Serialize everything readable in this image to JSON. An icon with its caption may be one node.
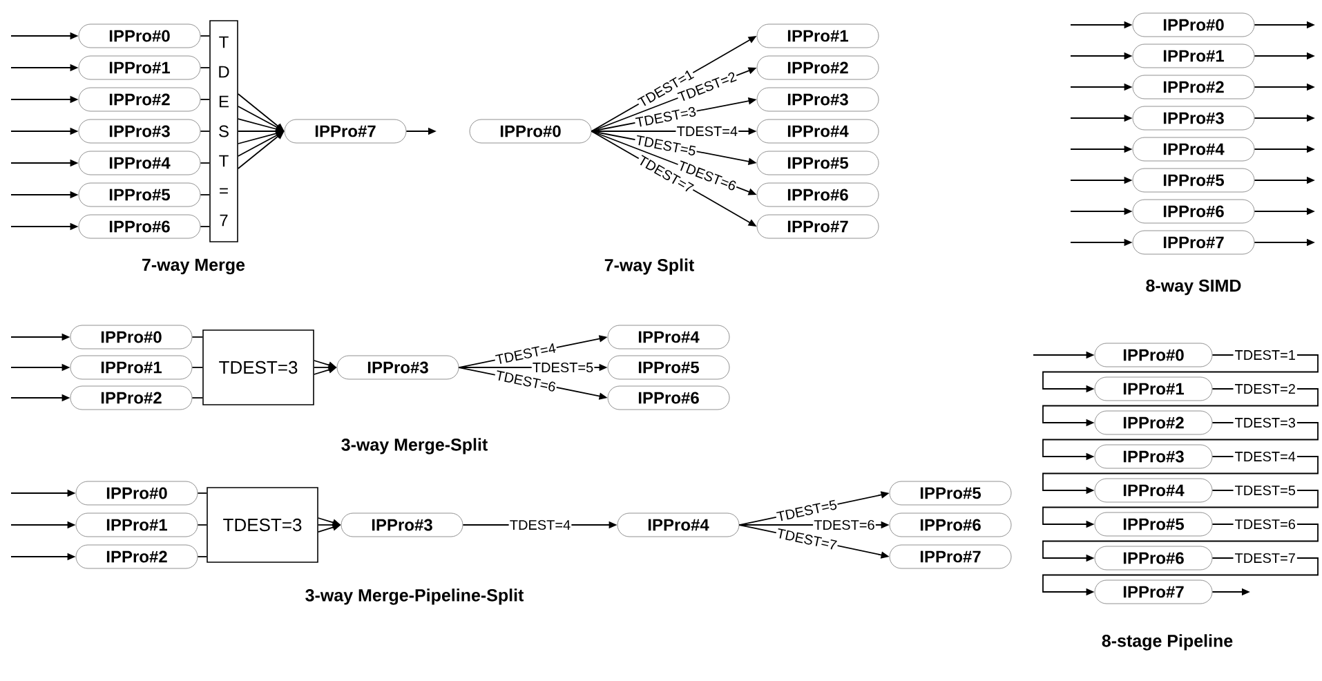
{
  "diagram": {
    "nodes": [
      {
        "text": [
          "IPPro#0"
        ]
      },
      {
        "text": [
          "IPPro#1"
        ]
      },
      {
        "text": [
          "IPPro#2"
        ]
      },
      {
        "text": [
          "IPPro#3"
        ]
      },
      {
        "text": [
          "IPPro#4"
        ]
      },
      {
        "text": [
          "IPPro#5"
        ]
      },
      {
        "text": [
          "IPPro#6"
        ]
      },
      {
        "text": [
          "TDEST=7"
        ]
      },
      {
        "text": [
          "IPPro#7"
        ]
      },
      {
        "text": [
          "IPPro#0"
        ]
      },
      {
        "text": [
          "IPPro#1"
        ]
      },
      {
        "text": [
          "IPPro#2"
        ]
      },
      {
        "text": [
          "IPPro#3"
        ]
      },
      {
        "text": [
          "IPPro#4"
        ]
      },
      {
        "text": [
          "IPPro#5"
        ]
      },
      {
        "text": [
          "IPPro#6"
        ]
      },
      {
        "text": [
          "IPPro#7"
        ]
      },
      {
        "text": [
          "IPPro#0"
        ]
      },
      {
        "text": [
          "IPPro#1"
        ]
      },
      {
        "text": [
          "IPPro#2"
        ]
      },
      {
        "text": [
          "IPPro#3"
        ]
      },
      {
        "text": [
          "IPPro#4"
        ]
      },
      {
        "text": [
          "IPPro#5"
        ]
      },
      {
        "text": [
          "IPPro#6"
        ]
      },
      {
        "text": [
          "IPPro#7"
        ]
      },
      {
        "text": [
          "IPPro#0"
        ]
      },
      {
        "text": [
          "IPPro#1"
        ]
      },
      {
        "text": [
          "IPPro#2"
        ]
      },
      {
        "text": [
          "TDEST=3"
        ]
      },
      {
        "text": [
          "IPPro#3"
        ]
      },
      {
        "text": [
          "IPPro#4"
        ]
      },
      {
        "text": [
          "IPPro#5"
        ]
      },
      {
        "text": [
          "IPPro#6"
        ]
      },
      {
        "text": [
          "IPPro#0"
        ]
      },
      {
        "text": [
          "IPPro#1"
        ]
      },
      {
        "text": [
          "IPPro#2"
        ]
      },
      {
        "text": [
          "TDEST=3"
        ]
      },
      {
        "text": [
          "IPPro#3"
        ]
      },
      {
        "text": [
          "IPPro#4"
        ]
      },
      {
        "text": [
          "IPPro#5"
        ]
      },
      {
        "text": [
          "IPPro#6"
        ]
      },
      {
        "text": [
          "IPPro#7"
        ]
      },
      {
        "text": [
          "IPPro#0"
        ]
      },
      {
        "text": [
          "IPPro#1"
        ]
      },
      {
        "text": [
          "IPPro#2"
        ]
      },
      {
        "text": [
          "IPPro#3"
        ]
      },
      {
        "text": [
          "IPPro#4"
        ]
      },
      {
        "text": [
          "IPPro#5"
        ]
      },
      {
        "text": [
          "IPPro#6"
        ]
      },
      {
        "text": [
          "IPPro#7"
        ]
      }
    ],
    "edges": [
      {
        "from": null,
        "to": 0,
        "arrow": "to"
      },
      {
        "from": null,
        "to": 1,
        "arrow": "to"
      },
      {
        "from": null,
        "to": 2,
        "arrow": "to"
      },
      {
        "from": null,
        "to": 3,
        "arrow": "to"
      },
      {
        "from": null,
        "to": 4,
        "arrow": "to"
      },
      {
        "from": null,
        "to": 5,
        "arrow": "to"
      },
      {
        "from": null,
        "to": 6,
        "arrow": "to"
      },
      {
        "from": 0,
        "to": 7,
        "arrow": "none"
      },
      {
        "from": 1,
        "to": 7,
        "arrow": "none"
      },
      {
        "from": 2,
        "to": 7,
        "arrow": "none"
      },
      {
        "from": 3,
        "to": 7,
        "arrow": "none"
      },
      {
        "from": 4,
        "to": 7,
        "arrow": "none"
      },
      {
        "from": 5,
        "to": 7,
        "arrow": "none"
      },
      {
        "from": 6,
        "to": 7,
        "arrow": "none"
      },
      {
        "from": 7,
        "to": 8,
        "arrow": "to"
      },
      {
        "from": 7,
        "to": 8,
        "arrow": "to"
      },
      {
        "from": 7,
        "to": 8,
        "arrow": "to"
      },
      {
        "from": 7,
        "to": 8,
        "arrow": "to"
      },
      {
        "from": 7,
        "to": 8,
        "arrow": "to"
      },
      {
        "from": 7,
        "to": 8,
        "arrow": "to"
      },
      {
        "from": 7,
        "to": 8,
        "arrow": "to"
      },
      {
        "from": 8,
        "to": null,
        "arrow": "to"
      },
      {
        "from": 9,
        "to": 10,
        "arrow": "to",
        "label": "TDEST=1"
      },
      {
        "from": 9,
        "to": 11,
        "arrow": "to",
        "label": "TDEST=2"
      },
      {
        "from": 9,
        "to": 12,
        "arrow": "to",
        "label": "TDEST=3"
      },
      {
        "from": 9,
        "to": 13,
        "arrow": "to",
        "label": "TDEST=4"
      },
      {
        "from": 9,
        "to": 14,
        "arrow": "to",
        "label": "TDEST=5"
      },
      {
        "from": 9,
        "to": 15,
        "arrow": "to",
        "label": "TDEST=6"
      },
      {
        "from": 9,
        "to": 16,
        "arrow": "to",
        "label": "TDEST=7"
      },
      {
        "from": null,
        "to": 17,
        "arrow": "to"
      },
      {
        "from": null,
        "to": 18,
        "arrow": "to"
      },
      {
        "from": null,
        "to": 19,
        "arrow": "to"
      },
      {
        "from": null,
        "to": 20,
        "arrow": "to"
      },
      {
        "from": null,
        "to": 21,
        "arrow": "to"
      },
      {
        "from": null,
        "to": 22,
        "arrow": "to"
      },
      {
        "from": null,
        "to": 23,
        "arrow": "to"
      },
      {
        "from": null,
        "to": 24,
        "arrow": "to"
      },
      {
        "from": 17,
        "to": null,
        "arrow": "to"
      },
      {
        "from": 18,
        "to": null,
        "arrow": "to"
      },
      {
        "from": 19,
        "to": null,
        "arrow": "to"
      },
      {
        "from": 20,
        "to": null,
        "arrow": "to"
      },
      {
        "from": 21,
        "to": null,
        "arrow": "to"
      },
      {
        "from": 22,
        "to": null,
        "arrow": "to"
      },
      {
        "from": 23,
        "to": null,
        "arrow": "to"
      },
      {
        "from": 24,
        "to": null,
        "arrow": "to"
      },
      {
        "from": null,
        "to": 25,
        "arrow": "to"
      },
      {
        "from": null,
        "to": 26,
        "arrow": "to"
      },
      {
        "from": null,
        "to": 27,
        "arrow": "to"
      },
      {
        "from": 25,
        "to": 28,
        "arrow": "none"
      },
      {
        "from": 26,
        "to": 28,
        "arrow": "none"
      },
      {
        "from": 27,
        "to": 28,
        "arrow": "none"
      },
      {
        "from": 28,
        "to": 29,
        "arrow": "to"
      },
      {
        "from": 28,
        "to": 29,
        "arrow": "to"
      },
      {
        "from": 28,
        "to": 29,
        "arrow": "to"
      },
      {
        "from": 29,
        "to": 30,
        "arrow": "to",
        "label": "TDEST=4"
      },
      {
        "from": 29,
        "to": 31,
        "arrow": "to",
        "label": "TDEST=5"
      },
      {
        "from": 29,
        "to": 32,
        "arrow": "to",
        "label": "TDEST=6"
      },
      {
        "from": null,
        "to": 33,
        "arrow": "to"
      },
      {
        "from": null,
        "to": 34,
        "arrow": "to"
      },
      {
        "from": null,
        "to": 35,
        "arrow": "to"
      },
      {
        "from": 33,
        "to": 36,
        "arrow": "none"
      },
      {
        "from": 34,
        "to": 36,
        "arrow": "none"
      },
      {
        "from": 35,
        "to": 36,
        "arrow": "none"
      },
      {
        "from": 36,
        "to": 37,
        "arrow": "to"
      },
      {
        "from": 36,
        "to": 37,
        "arrow": "to"
      },
      {
        "from": 36,
        "to": 37,
        "arrow": "to"
      },
      {
        "from": 37,
        "to": 38,
        "arrow": "to",
        "label": "TDEST=4"
      },
      {
        "from": 38,
        "to": 39,
        "arrow": "to",
        "label": "TDEST=5"
      },
      {
        "from": 38,
        "to": 40,
        "arrow": "to",
        "label": "TDEST=6"
      },
      {
        "from": 38,
        "to": 41,
        "arrow": "to",
        "label": "TDEST=7"
      },
      {
        "from": null,
        "to": 42,
        "arrow": "to"
      },
      {
        "from": 42,
        "to": 43,
        "arrow": "to",
        "label": "TDEST=1"
      },
      {
        "from": 43,
        "to": 44,
        "arrow": "to",
        "label": "TDEST=2"
      },
      {
        "from": 44,
        "to": 45,
        "arrow": "to",
        "label": "TDEST=3"
      },
      {
        "from": 45,
        "to": 46,
        "arrow": "to",
        "label": "TDEST=4"
      },
      {
        "from": 46,
        "to": 47,
        "arrow": "to",
        "label": "TDEST=5"
      },
      {
        "from": 47,
        "to": 48,
        "arrow": "to",
        "label": "TDEST=6"
      },
      {
        "from": 48,
        "to": 49,
        "arrow": "to",
        "label": "TDEST=7"
      },
      {
        "from": 49,
        "to": null,
        "arrow": "to"
      }
    ],
    "labels": [
      "7-way Merge",
      "7-way Split",
      "8-way SIMD",
      "3-way Merge-Split",
      "3-way Merge-Pipeline-Split",
      "8-stage Pipeline"
    ]
  }
}
